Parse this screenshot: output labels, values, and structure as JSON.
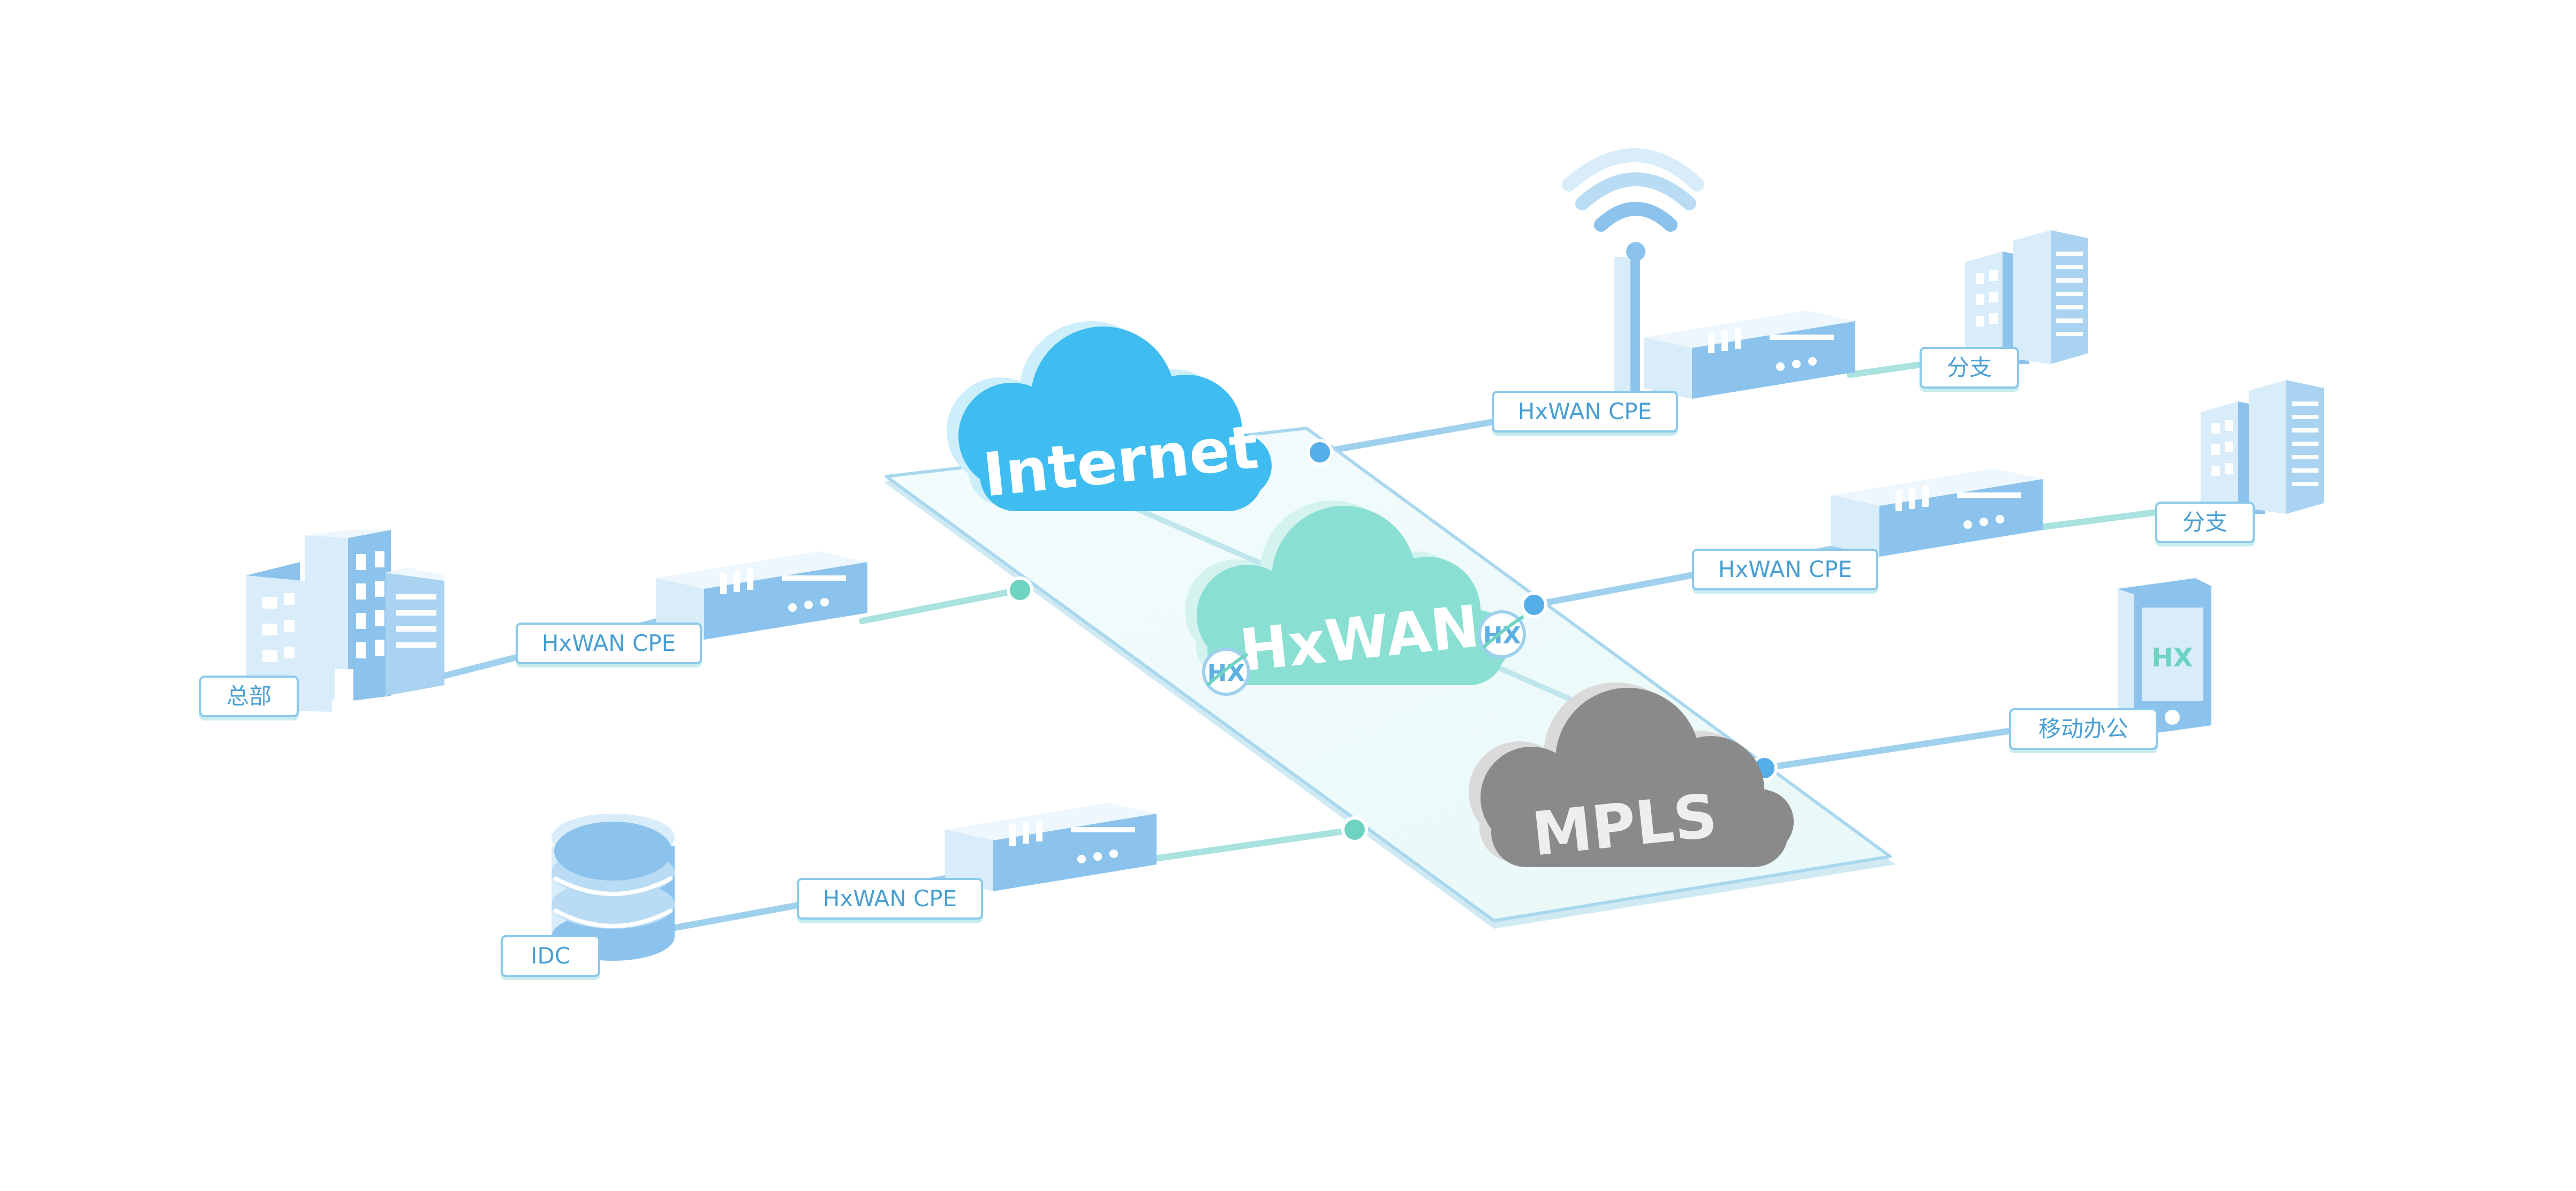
{
  "clouds": {
    "internet": "Internet",
    "hxwan": "HxWAN",
    "mpls": "MPLS"
  },
  "badge_text": "HX",
  "labels": {
    "headquarters": "总部",
    "idc": "IDC",
    "cpe_hq": "HxWAN CPE",
    "cpe_idc": "HxWAN CPE",
    "cpe_branch_top": "HxWAN CPE",
    "cpe_branch_mid": "HxWAN CPE",
    "branch_top": "分支",
    "branch_mid": "分支",
    "mobile": "移动办公"
  },
  "colors": {
    "internet_cloud": "#3fbdf0",
    "hxwan_cloud": "#8adfd3",
    "mpls_cloud": "#8a8a8a",
    "device_blue": "#8cc3ec",
    "device_light": "#d8ecfa",
    "link_blue": "#9fd0ee",
    "link_teal": "#a9e2de",
    "dot_blue": "#55aee8",
    "dot_teal": "#6ed3c0",
    "platform": "#eefaf9"
  }
}
